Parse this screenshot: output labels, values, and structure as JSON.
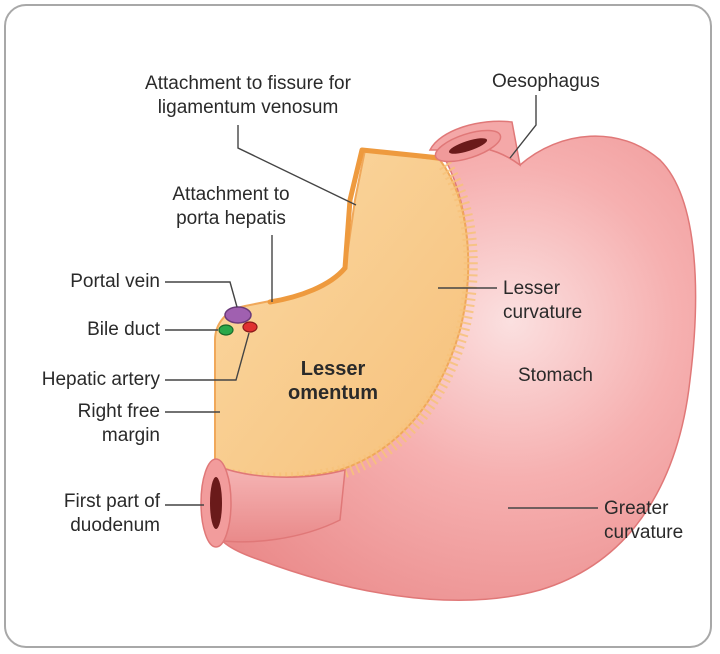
{
  "labels": {
    "fissure_line1": "Attachment to fissure for",
    "fissure_line2": "ligamentum venosum",
    "oesophagus": "Oesophagus",
    "porta_line1": "Attachment to",
    "porta_line2": "porta hepatis",
    "portal_vein": "Portal vein",
    "bile_duct": "Bile duct",
    "hepatic_artery": "Hepatic artery",
    "right_free_line1": "Right free",
    "right_free_line2": "margin",
    "first_part_line1": "First part of",
    "first_part_line2": "duodenum",
    "lesser_curvature_line1": "Lesser",
    "lesser_curvature_line2": "curvature",
    "stomach": "Stomach",
    "greater_curvature_line1": "Greater",
    "greater_curvature_line2": "curvature",
    "lesser_omentum_line1": "Lesser",
    "lesser_omentum_line2": "omentum"
  },
  "colors": {
    "stomach": "#f3a0a0",
    "stomach_dark": "#e98585",
    "omentum": "#f8cb8a",
    "omentum_edge": "#f0a85a",
    "portal_vein": "#a060b0",
    "bile_duct": "#2aa84a",
    "hepatic_artery": "#e03030",
    "lumen": "#6a1a1a"
  }
}
